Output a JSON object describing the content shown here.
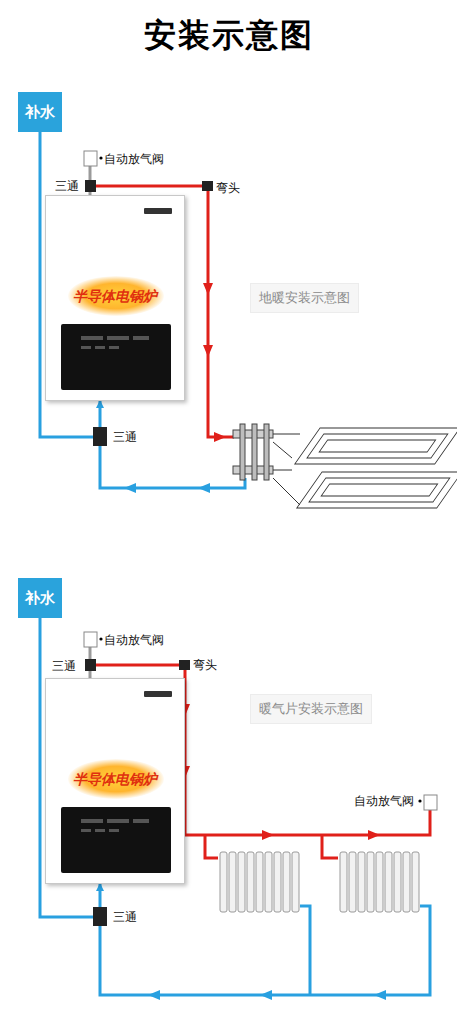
{
  "diagram": {
    "title": "安装示意图",
    "nodes": [
      {
        "text": [
          "补水"
        ]
      },
      {
        "text": [
          "半导体电锅炉"
        ]
      },
      {
        "text": [
          "补水"
        ]
      },
      {
        "text": [
          "半导体电锅炉"
        ]
      }
    ],
    "edges": [
      {
        "from": 0,
        "to": 1,
        "arrow": "to"
      },
      {
        "from": 2,
        "to": 3,
        "arrow": "to"
      }
    ],
    "labels": [
      "自动放气阀",
      "三通",
      "弯头",
      "地暖安装示意图",
      "三通",
      "自动放气阀",
      "三通",
      "弯头",
      "暖气片安装示意图",
      "自动放气阀",
      "三通"
    ]
  }
}
